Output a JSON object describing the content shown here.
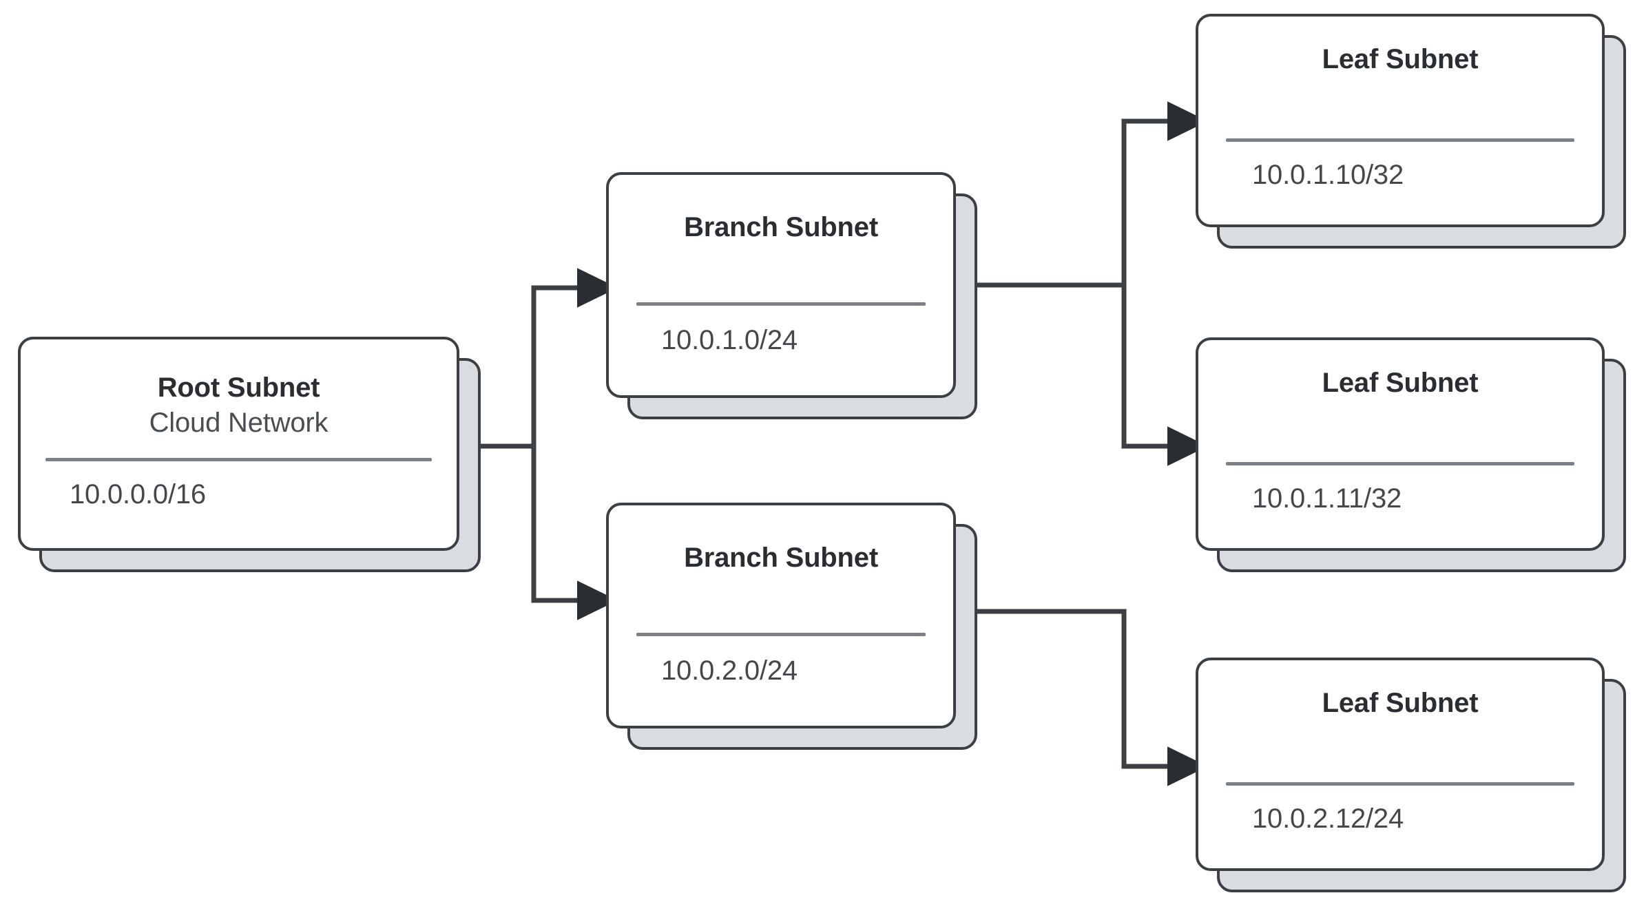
{
  "diagram": {
    "type": "network-subnet-hierarchy",
    "background_color": "#ffffff",
    "node_border_color": "#3c4043",
    "node_fill_color": "#ffffff",
    "node_shadow_color": "#d9dce1",
    "divider_color": "#7c7f84",
    "connector_color": "#3c4043",
    "nodes": [
      {
        "id": "root",
        "title": "Root Subnet",
        "subtitle": "Cloud Network",
        "cidr": "10.0.0.0/16"
      },
      {
        "id": "branch-1",
        "title": "Branch Subnet",
        "subtitle": "",
        "cidr": "10.0.1.0/24"
      },
      {
        "id": "branch-2",
        "title": "Branch Subnet",
        "subtitle": "",
        "cidr": "10.0.2.0/24"
      },
      {
        "id": "leaf-1",
        "title": "Leaf Subnet",
        "subtitle": "",
        "cidr": "10.0.1.10/32"
      },
      {
        "id": "leaf-2",
        "title": "Leaf Subnet",
        "subtitle": "",
        "cidr": "10.0.1.11/32"
      },
      {
        "id": "leaf-3",
        "title": "Leaf Subnet",
        "subtitle": "",
        "cidr": "10.0.2.12/24"
      }
    ],
    "edges": [
      {
        "from": "root",
        "to": "branch-1"
      },
      {
        "from": "root",
        "to": "branch-2"
      },
      {
        "from": "branch-1",
        "to": "leaf-1"
      },
      {
        "from": "branch-1",
        "to": "leaf-2"
      },
      {
        "from": "branch-2",
        "to": "leaf-3"
      }
    ]
  }
}
